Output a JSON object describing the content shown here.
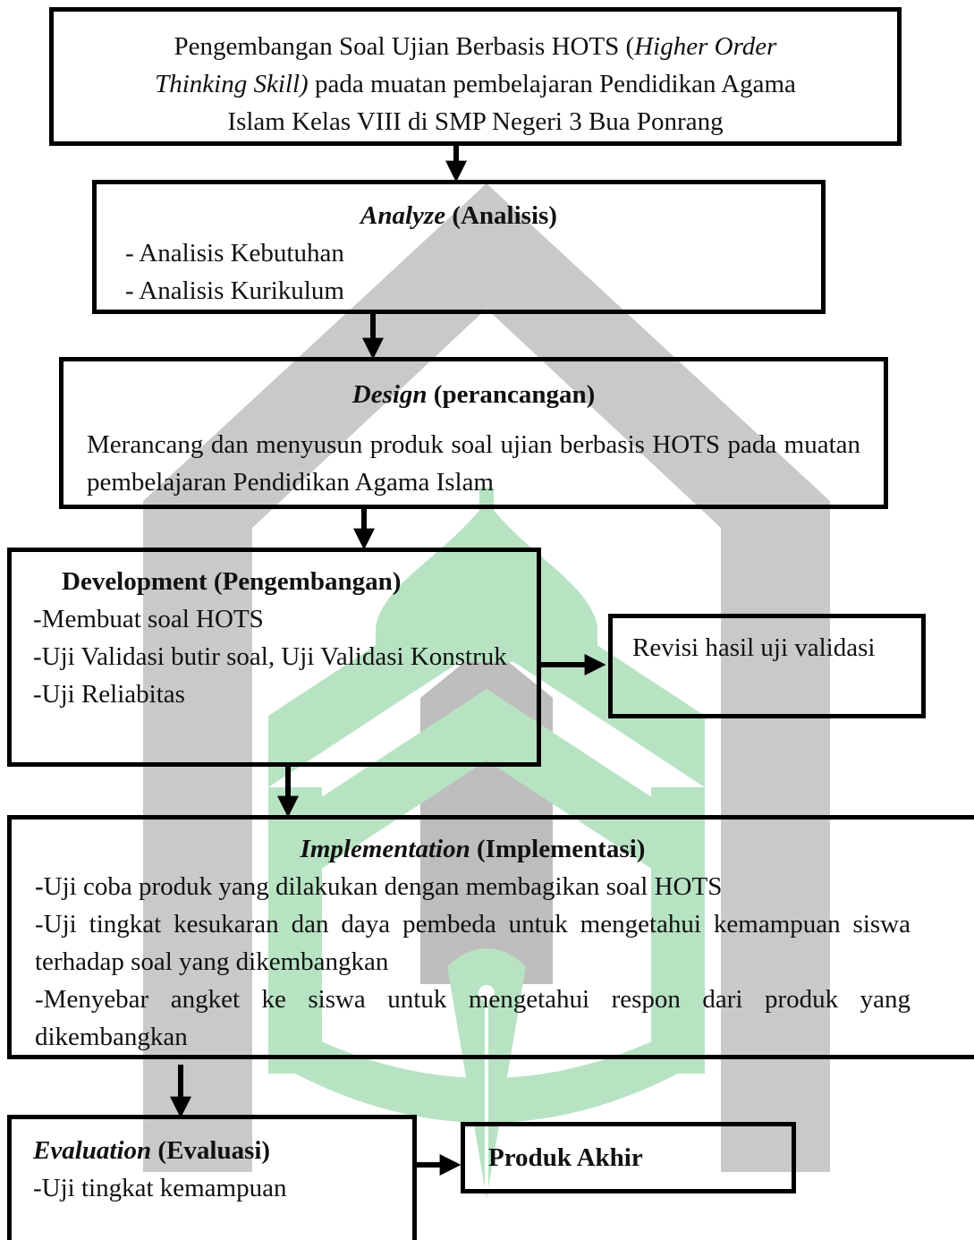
{
  "flowchart": {
    "title_box": {
      "line1_prefix": "Pengembangan Soal Ujian Berbasis HOTS (",
      "line1_italic": "Higher Order",
      "line2_italic": "Thinking Skill)",
      "line2_suffix": " pada muatan  pembelajaran Pendidikan Agama",
      "line3": "Islam Kelas VIII di SMP Negeri 3 Bua Ponrang"
    },
    "analyze": {
      "title_italic": "Analyze",
      "title_rest": " (Analisis)",
      "items": [
        "- Analisis Kebutuhan",
        "- Analisis Kurikulum"
      ]
    },
    "design": {
      "title_italic": "Design",
      "title_rest": " (perancangan)",
      "body": "Merancang dan menyusun produk soal ujian berbasis HOTS pada muatan pembelajaran  Pendidikan Agama Islam"
    },
    "development": {
      "title": "Development (Pengembangan)",
      "items": [
        "-Membuat soal HOTS",
        "-Uji Validasi butir soal, Uji Validasi Konstruk",
        "-Uji Reliabitas"
      ]
    },
    "revisi": {
      "text": "Revisi hasil uji validasi"
    },
    "implementation": {
      "title_italic": "Implementation",
      "title_rest": " (Implementasi)",
      "items": [
        "Uji coba produk yang dilakukan dengan membagikan soal HOTS",
        "-Uji tingkat kesukaran dan daya pembeda untuk mengetahui kemampuan siswa terhadap soal yang dikembangkan",
        "-Menyebar angket ke siswa untuk mengetahui respon dari produk yang dikembangkan"
      ],
      "first_item_dash": "-"
    },
    "evaluation": {
      "title_italic": "Evaluation",
      "title_rest": " (Evaluasi)",
      "items": [
        "-Uji tingkat kemampuan"
      ]
    },
    "produk_akhir": {
      "text": "Produk Akhir"
    }
  },
  "colors": {
    "watermark_green": "#b7e3c3",
    "watermark_gray": "#c4c4c4",
    "watermark_gray_dark": "#b3b3b3",
    "border": "#000000"
  }
}
